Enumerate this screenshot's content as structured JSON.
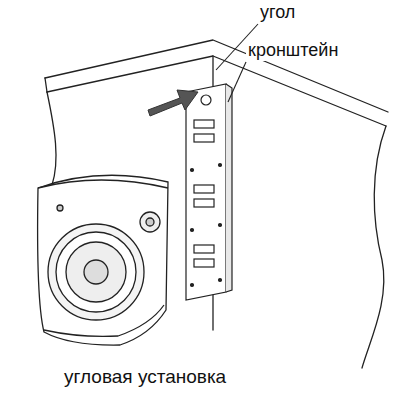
{
  "diagram": {
    "caption": "угловая установка",
    "labels": [
      "угол",
      "кронштейн"
    ]
  }
}
